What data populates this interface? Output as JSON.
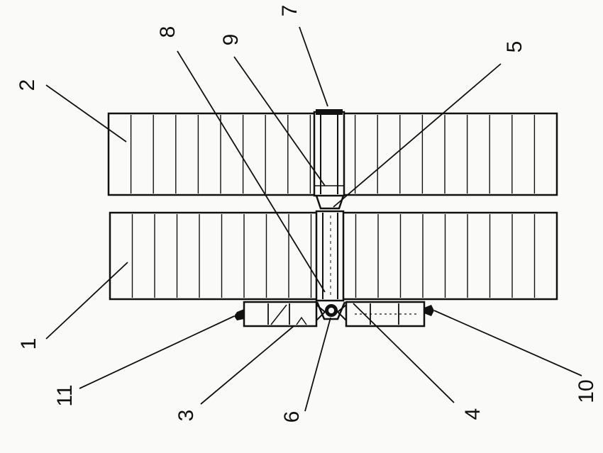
{
  "diagram": {
    "labels": {
      "panel_lower": "1",
      "panel_upper": "2",
      "left_module": "3",
      "right_module": "4",
      "upper_joint": "5",
      "hub": "6",
      "top_cap": "7",
      "lower_mast_pointer": "8",
      "upper_mast_pointer": "9",
      "right_thruster": "10",
      "left_thruster": "11"
    },
    "panel_segments": 20,
    "colors": {
      "ink": "#111111",
      "paper": "#fafaf8"
    }
  }
}
